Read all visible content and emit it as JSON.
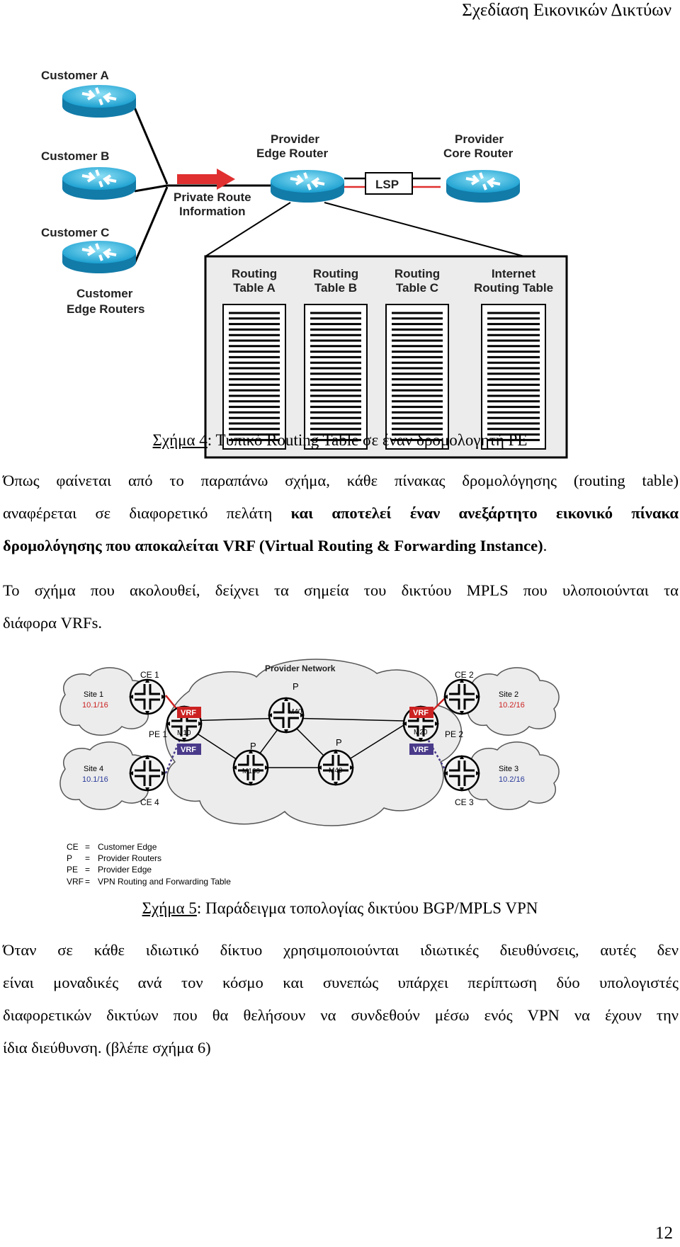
{
  "header": {
    "title": "Σχεδίαση Εικονικών Δικτύων"
  },
  "figure4": {
    "customer_a": "Customer A",
    "customer_b": "Customer B",
    "customer_c": "Customer C",
    "customer_edge_1": "Customer",
    "customer_edge_2": "Edge Routers",
    "provider_edge_1": "Provider",
    "provider_edge_2": "Edge Router",
    "provider_core_1": "Provider",
    "provider_core_2": "Core Router",
    "private_route_1": "Private Route",
    "private_route_2": "Information",
    "lsp": "LSP",
    "tables": [
      {
        "line1": "Routing",
        "line2": "Table A"
      },
      {
        "line1": "Routing",
        "line2": "Table B"
      },
      {
        "line1": "Routing",
        "line2": "Table C"
      },
      {
        "line1": "Internet",
        "line2": "Routing Table"
      }
    ],
    "caption_prefix": "Σχήμα 4",
    "caption_text": ": Τυπικό Routing Table σε έναν δρομολογητή PE"
  },
  "para1": {
    "line1": "Όπως φαίνεται από το παραπάνω σχήμα, κάθε πίνακας δρομολόγησης (routing table)",
    "line2_normal": "αναφέρεται σε διαφορετικό πελάτη ",
    "line2_bold": "και αποτελεί έναν ανεξάρτητο εικονικό πίνακα",
    "line3_bold": "δρομολόγησης που αποκαλείται  VRF (Virtual Routing & Forwarding Instance)",
    "line3_end": "."
  },
  "para2": {
    "line1": "Το σχήμα που ακολουθεί, δείχνει τα σημεία του δικτύου MPLS που υλοποιούνται τα",
    "line2": "διάφορα VRFs."
  },
  "figure5": {
    "provider_network": "Provider Network",
    "ce1": "CE 1",
    "ce2": "CE 2",
    "ce3": "CE 3",
    "ce4": "CE 4",
    "pe1": "PE 1",
    "pe2": "PE 2",
    "p": "P",
    "vrf": "VRF",
    "m10": "M10",
    "m20": "M20",
    "m40": "M40",
    "m160": "M160",
    "site1": "Site 1",
    "site1_net": "10.1/16",
    "site2": "Site 2",
    "site2_net": "10.2/16",
    "site3": "Site 3",
    "site3_net": "10.2/16",
    "site4": "Site 4",
    "site4_net": "10.1/16",
    "legend": [
      {
        "abbr": "CE",
        "eq": "=",
        "desc": "Customer Edge"
      },
      {
        "abbr": "P",
        "eq": "=",
        "desc": "Provider Routers"
      },
      {
        "abbr": "PE",
        "eq": "=",
        "desc": "Provider Edge"
      },
      {
        "abbr": "VRF",
        "eq": "=",
        "desc": "VPN Routing and Forwarding Table"
      }
    ],
    "caption_prefix": "Σχήμα 5",
    "caption_text": ": Παράδειγμα τοπολογίας δικτύου BGP/MPLS VPN",
    "colors": {
      "red_vrf": "#cc2222",
      "blue_vrf": "#4a3a8a",
      "red_text": "#cc2222",
      "blue_text": "#2a3a9a"
    }
  },
  "para3": {
    "line1": "Όταν σε κάθε ιδιωτικό δίκτυο χρησιμοποιούνται ιδιωτικές διευθύνσεις, αυτές δεν",
    "line2": "είναι μοναδικές ανά τον κόσμο και συνεπώς υπάρχει περίπτωση δύο υπολογιστές",
    "line3": "διαφορετικών δικτύων που θα θελήσουν να συνδεθούν μέσω ενός VPN να έχουν την",
    "line4": "ίδια διεύθυνση. (βλέπε σχήμα 6)"
  },
  "page_number": "12"
}
